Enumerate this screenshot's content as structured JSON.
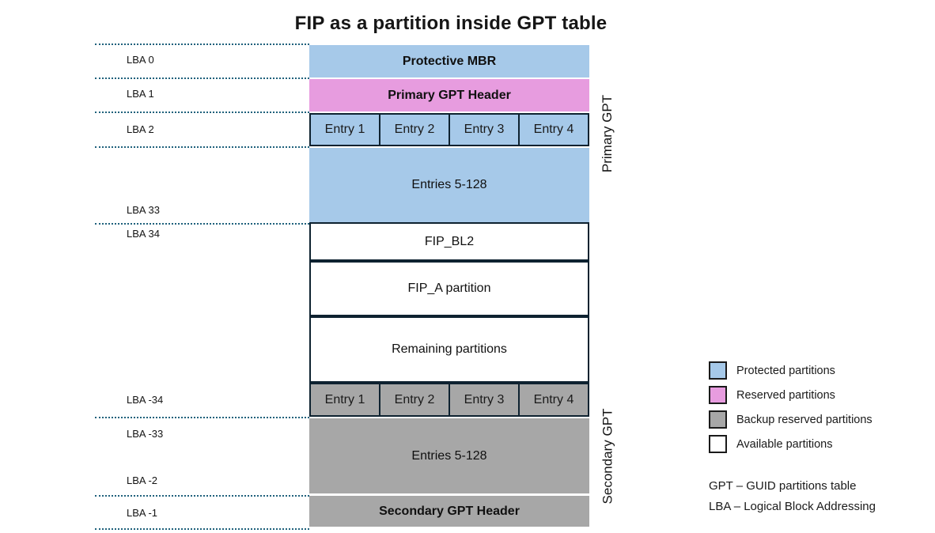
{
  "title": "FIP as a partition inside GPT table",
  "colors": {
    "protected": "#A6C9E9",
    "reserved": "#E79CDF",
    "backup": "#A7A7A7",
    "available": "#FFFFFF",
    "dotted_line": "#1F617C",
    "outline": "#0E2230"
  },
  "diagram": {
    "lba_labels": [
      "LBA 0",
      "LBA 1",
      "LBA 2",
      "LBA 33",
      "LBA 34",
      "LBA -34",
      "LBA -33",
      "LBA -2",
      "LBA -1"
    ],
    "blocks": {
      "protective_mbr": "Protective MBR",
      "primary_gpt_header": "Primary GPT Header",
      "primary_entries": [
        "Entry 1",
        "Entry 2",
        "Entry 3",
        "Entry 4"
      ],
      "primary_entries_rest": "Entries 5-128",
      "fip_bl2": "FIP_BL2",
      "fip_a": "FIP_A partition",
      "remaining": "Remaining partitions",
      "secondary_entries": [
        "Entry 1",
        "Entry 2",
        "Entry 3",
        "Entry 4"
      ],
      "secondary_entries_rest": "Entries 5-128",
      "secondary_gpt_header": "Secondary GPT Header"
    },
    "side_labels": {
      "primary": "Primary GPT",
      "secondary": "Secondary GPT"
    }
  },
  "legend": {
    "items": [
      {
        "swatch": "protected",
        "label": "Protected partitions"
      },
      {
        "swatch": "reserved",
        "label": "Reserved partitions"
      },
      {
        "swatch": "backup",
        "label": "Backup reserved partitions"
      },
      {
        "swatch": "available",
        "label": "Available partitions"
      }
    ],
    "footnotes": [
      "GPT – GUID partitions table",
      "LBA – Logical Block Addressing"
    ]
  }
}
